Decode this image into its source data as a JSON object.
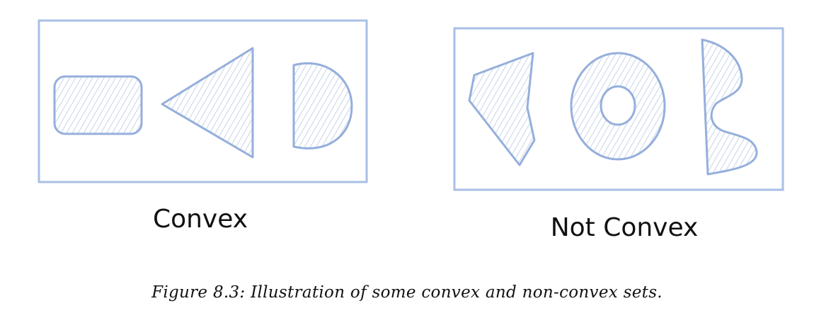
{
  "colors": {
    "outline": "#a9bfe6",
    "shape_stroke": "#95afdc",
    "hatch": "#b9c9e2",
    "text": "#111111"
  },
  "panels": {
    "convex": {
      "label": "Convex",
      "shapes": [
        "rounded-rectangle",
        "triangle",
        "half-disc"
      ]
    },
    "not_convex": {
      "label": "Not Convex",
      "shapes": [
        "concave-quadrilateral",
        "annulus",
        "notched-shape"
      ]
    }
  },
  "caption": "Figure 8.3: Illustration of some convex and non-convex sets."
}
